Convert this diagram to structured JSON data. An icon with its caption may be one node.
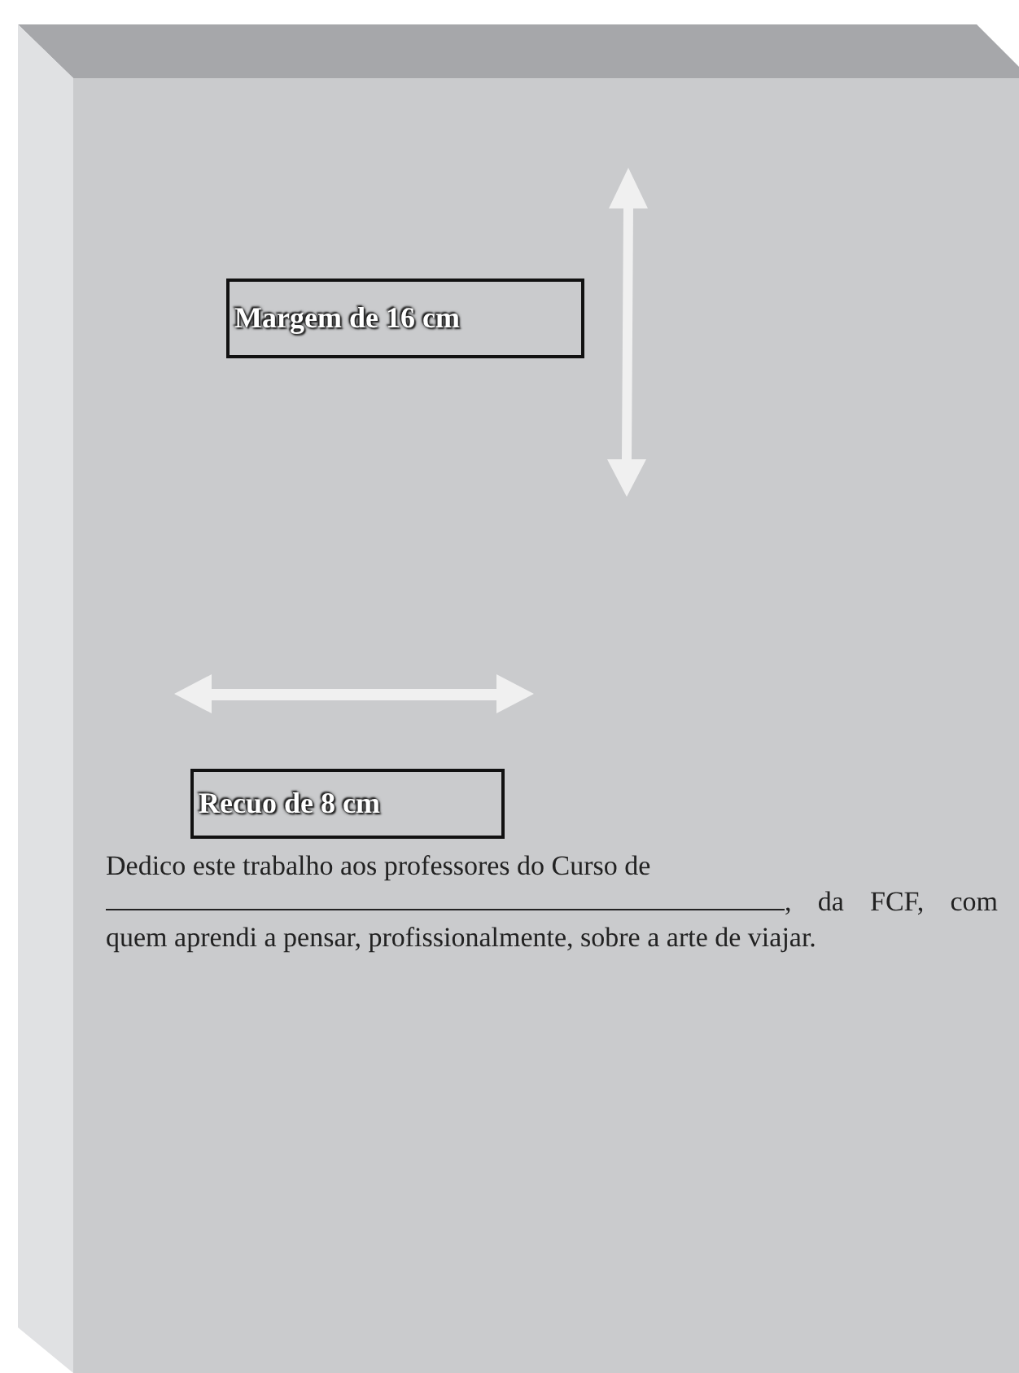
{
  "diagram": {
    "nodes": [
      {
        "text": [
          "Margem de 16 cm"
        ]
      },
      {
        "text": [
          "Recuo de 8 cm"
        ]
      }
    ],
    "edges": [],
    "labels": [
      "Dedico este trabalho aos professores do Curso de",
      ", da FCF, com quem aprendi a pensar, profissionalmente, sobre a arte de viajar."
    ]
  }
}
